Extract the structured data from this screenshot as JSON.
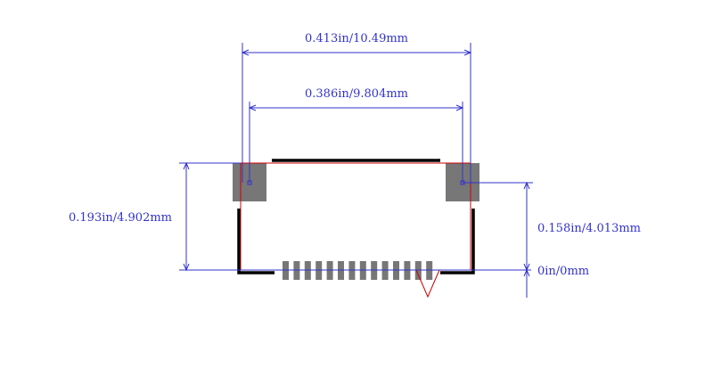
{
  "dimensions": {
    "overall_width": "0.413in/10.49mm",
    "inner_width": "0.386in/9.804mm",
    "overall_height": "0.193in/4.902mm",
    "right_height": "0.158in/4.013mm",
    "origin": "0in/0mm"
  },
  "colors": {
    "dimension_line": "#3333cc",
    "outline": "#cc0000",
    "silkscreen": "#000000",
    "pad": "#777777"
  },
  "pin_count": 14
}
